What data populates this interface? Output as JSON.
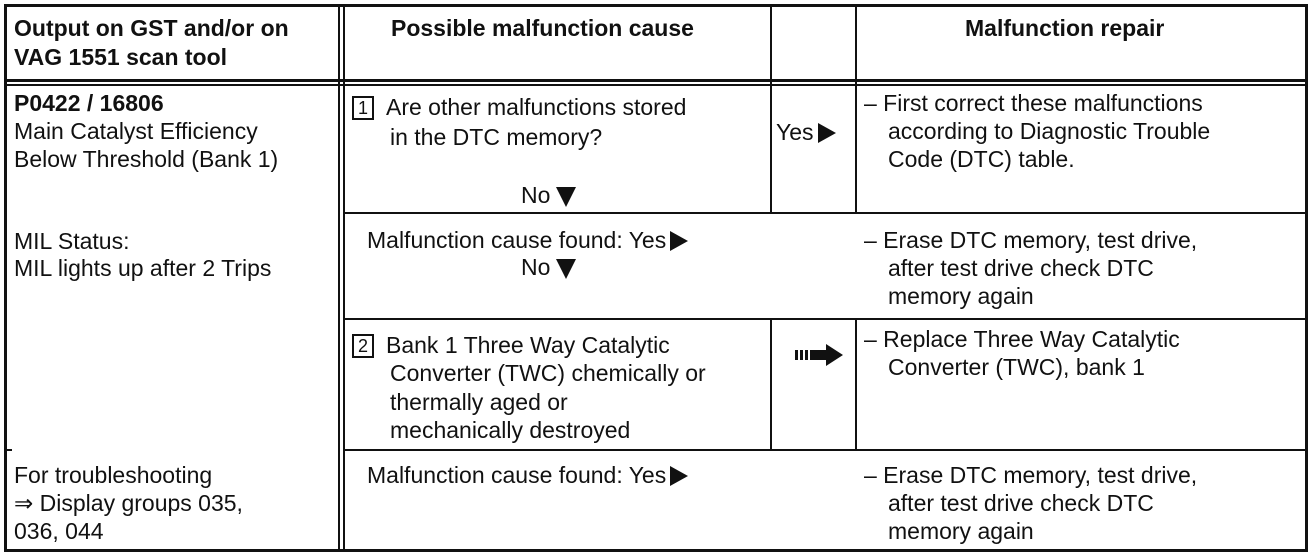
{
  "header": {
    "col1_line1": "Output on GST and/or on",
    "col1_line2": "VAG 1551 scan tool",
    "col2": "Possible malfunction cause",
    "col3": "Malfunction repair"
  },
  "left": {
    "code": "P0422 / 16806",
    "desc1": "Main Catalyst Efficiency",
    "desc2": "Below Threshold (Bank 1)",
    "mil1": "MIL Status:",
    "mil2": "MIL lights up after 2 Trips",
    "ts1": "For troubleshooting",
    "ts2": "⇒ Display groups 035,",
    "ts3": "036, 044"
  },
  "rows": {
    "r1": {
      "num": "1",
      "q1": "Are other malfunctions stored",
      "q2": "in the DTC memory?",
      "yes": "Yes",
      "no": "No",
      "fix1": "– First correct these malfunctions",
      "fix2": "according to Diagnostic Trouble",
      "fix3": "Code (DTC) table."
    },
    "r2": {
      "found": "Malfunction cause found: Yes",
      "no": "No",
      "fix1": "– Erase DTC memory, test drive,",
      "fix2": "after test drive check DTC",
      "fix3": "memory again"
    },
    "r3": {
      "num": "2",
      "c1": "Bank 1 Three Way Catalytic",
      "c2": "Converter (TWC) chemically or",
      "c3": "thermally aged or",
      "c4": "mechanically destroyed",
      "fix1": "– Replace Three Way Catalytic",
      "fix2": "Converter (TWC), bank 1"
    },
    "r4": {
      "found": "Malfunction cause found: Yes",
      "fix1": "– Erase DTC memory, test drive,",
      "fix2": "after test drive check DTC",
      "fix3": "memory again"
    }
  },
  "icons": {
    "yes_arrow": "triangle-right",
    "no_arrow": "triangle-down",
    "go_arrow": "thick-right-arrow"
  }
}
